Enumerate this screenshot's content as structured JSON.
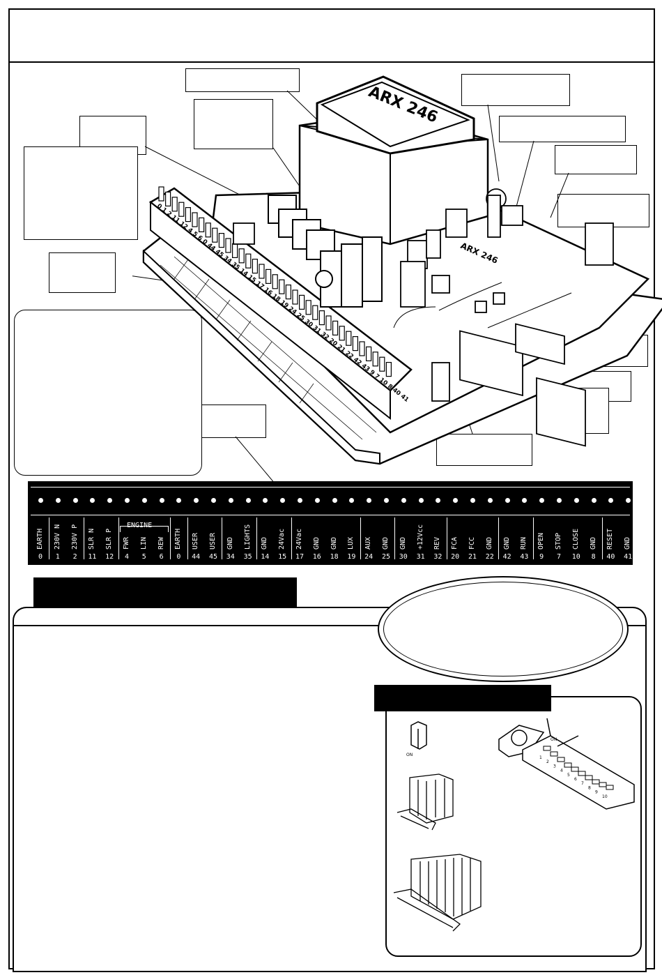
{
  "terminal_block": {
    "groups": [
      {
        "terminals": [
          {
            "label": "EARTH",
            "num": "0"
          }
        ]
      },
      {
        "terminals": [
          {
            "label": "230V N",
            "num": "1"
          },
          {
            "label": "230V P",
            "num": "2"
          }
        ]
      },
      {
        "terminals": [
          {
            "label": "SLR N",
            "num": "11"
          },
          {
            "label": "SLR P",
            "num": "12"
          }
        ]
      },
      {
        "terminals": [
          {
            "label": "FWR",
            "num": "4"
          },
          {
            "label": "LIN",
            "num": "5"
          },
          {
            "label": "REW",
            "num": "6"
          }
        ]
      },
      {
        "terminals": [
          {
            "label": "EARTH",
            "num": "0"
          }
        ]
      },
      {
        "terminals": [
          {
            "label": "USER",
            "num": "44"
          },
          {
            "label": "USER",
            "num": "45"
          }
        ]
      },
      {
        "terminals": [
          {
            "label": "GND",
            "num": "34"
          },
          {
            "label": "LIGHTS",
            "num": "35"
          }
        ]
      },
      {
        "terminals": [
          {
            "label": "GND",
            "num": "14"
          },
          {
            "label": "24Vac",
            "num": "15"
          }
        ]
      },
      {
        "terminals": [
          {
            "label": "24Vac",
            "num": "17"
          },
          {
            "label": "GND",
            "num": "16"
          },
          {
            "label": "GND",
            "num": "18"
          },
          {
            "label": "LUX",
            "num": "19"
          }
        ]
      },
      {
        "terminals": [
          {
            "label": "AUX",
            "num": "24"
          },
          {
            "label": "GND",
            "num": "25"
          }
        ]
      },
      {
        "terminals": [
          {
            "label": "GND",
            "num": "30"
          },
          {
            "label": "+12Vcc",
            "num": "31"
          },
          {
            "label": "REV",
            "num": "32"
          }
        ]
      },
      {
        "terminals": [
          {
            "label": "FCA",
            "num": "20"
          },
          {
            "label": "FCC",
            "num": "21"
          },
          {
            "label": "GND",
            "num": "22"
          }
        ]
      },
      {
        "terminals": [
          {
            "label": "GND",
            "num": "42"
          },
          {
            "label": "RUN",
            "num": "43"
          }
        ]
      },
      {
        "terminals": [
          {
            "label": "OPEN",
            "num": "9"
          },
          {
            "label": "STOP",
            "num": "7"
          },
          {
            "label": "CLOSE",
            "num": "10"
          },
          {
            "label": "GND",
            "num": "8"
          }
        ]
      },
      {
        "terminals": [
          {
            "label": "RESET",
            "num": "40"
          },
          {
            "label": "GND",
            "num": "41"
          }
        ]
      }
    ],
    "engine_label": "ENGINE"
  },
  "board": {
    "transformer_label": "ARX 246",
    "chip_label": "ARX 246",
    "board_terminal_numbers": "0 1 2 11 12 4 5 6 0 44 45 34 35 14 15 17 16 18 19 24 25 30 31 32 20 21 22 42 43 9 7 10 8 40 41"
  },
  "dip_inset": {
    "on_label": "ON",
    "on_label_small": "ON",
    "switch_numbers": [
      "1",
      "2",
      "3",
      "4",
      "5",
      "6",
      "7",
      "8",
      "9",
      "10"
    ]
  }
}
